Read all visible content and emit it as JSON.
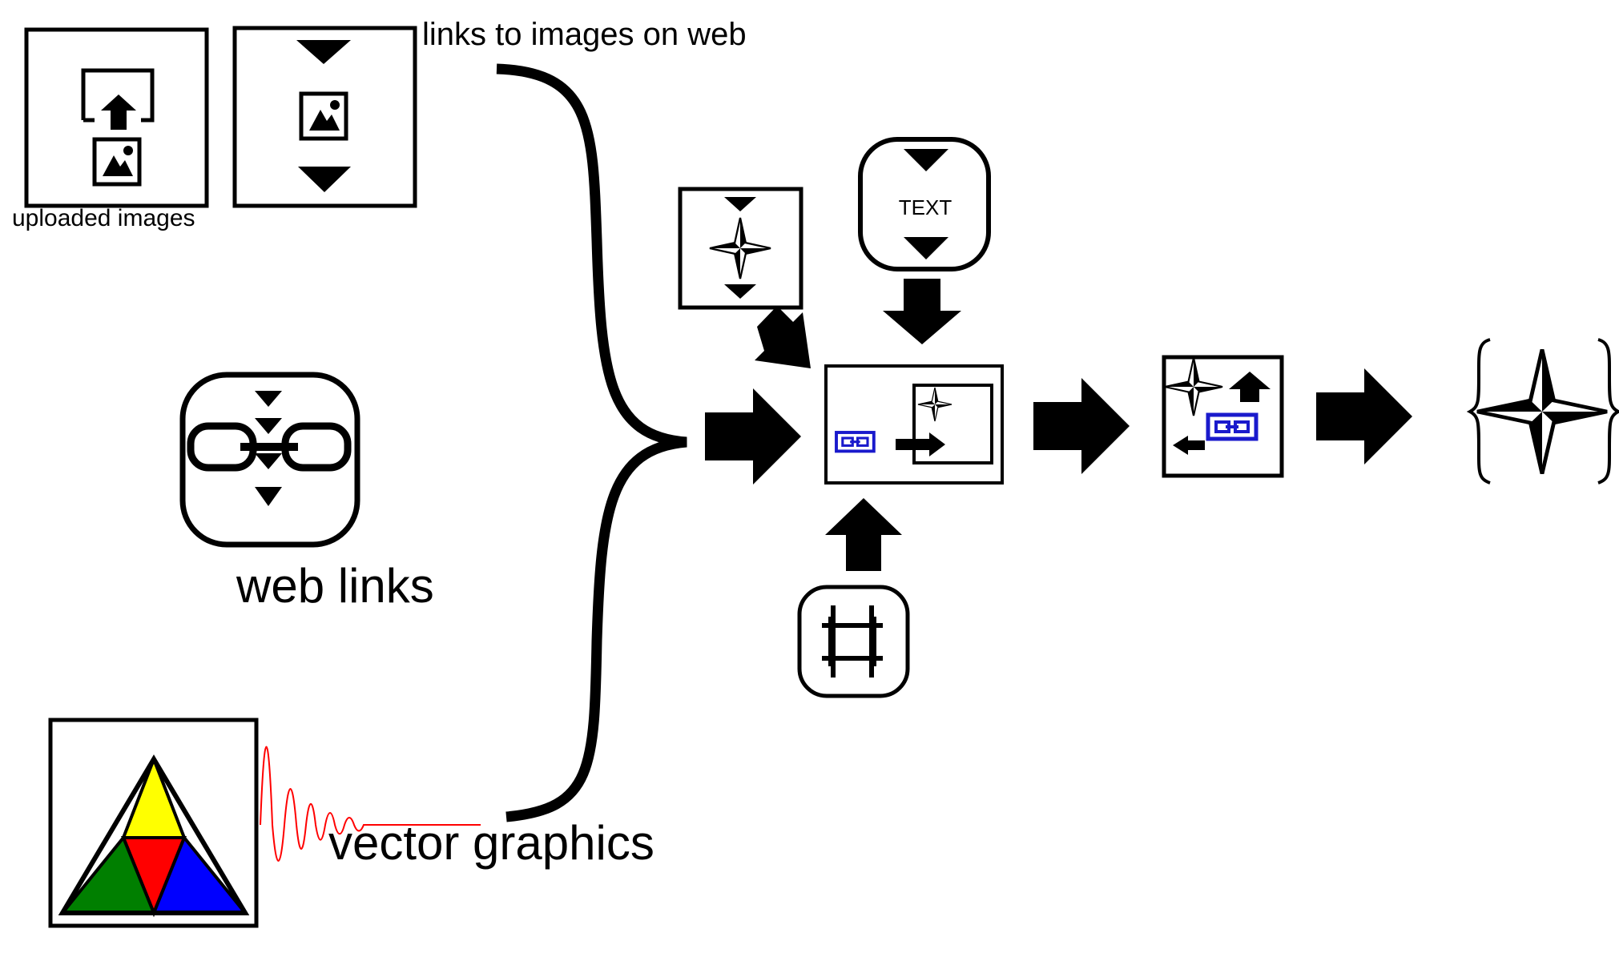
{
  "labels": {
    "uploaded": "uploaded images",
    "links_web": "links to images on web",
    "web_links": "web links",
    "vector": "vector graphics",
    "text_box": "TEXT"
  },
  "colors": {
    "stroke": "#000000",
    "link_blue": "#1a1acc",
    "tri_yellow": "#ffff00",
    "tri_red": "#ff0000",
    "tri_green": "#007f00",
    "tri_blue": "#0000ff",
    "squiggle_red": "#ff0000"
  },
  "icons": {
    "upload": "upload-box-icon",
    "download": "download-image-icon",
    "web_link": "web-link-icon",
    "vector": "vector-triangle-icon",
    "star_input": "star-download-icon",
    "text_input": "text-download-icon",
    "crop": "crop-tool-icon",
    "compose": "composition-box-icon",
    "result": "linked-star-icon",
    "output": "braced-star-icon"
  }
}
